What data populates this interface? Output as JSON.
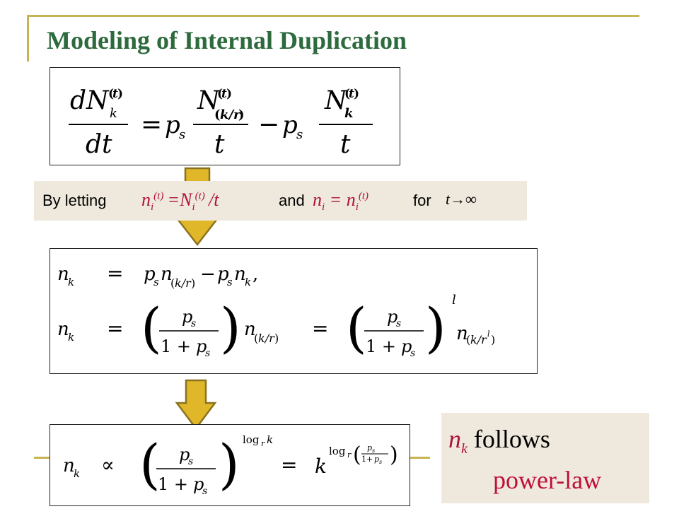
{
  "slide": {
    "title": "Modeling of Internal Duplication",
    "letting": {
      "prefix": "By letting",
      "and_word": "and",
      "for_word": "for",
      "limit": "t→∞"
    },
    "note": {
      "subject": "n",
      "subject_sub": "k",
      "follows": "follows",
      "result": "power-law"
    },
    "colors": {
      "title": "#2d6a3d",
      "accent": "#b0103a",
      "frame": "#c9b455",
      "arrow_fill": "#e0b728",
      "arrow_stroke": "#8a7220",
      "panel": "#efe9dd"
    }
  }
}
